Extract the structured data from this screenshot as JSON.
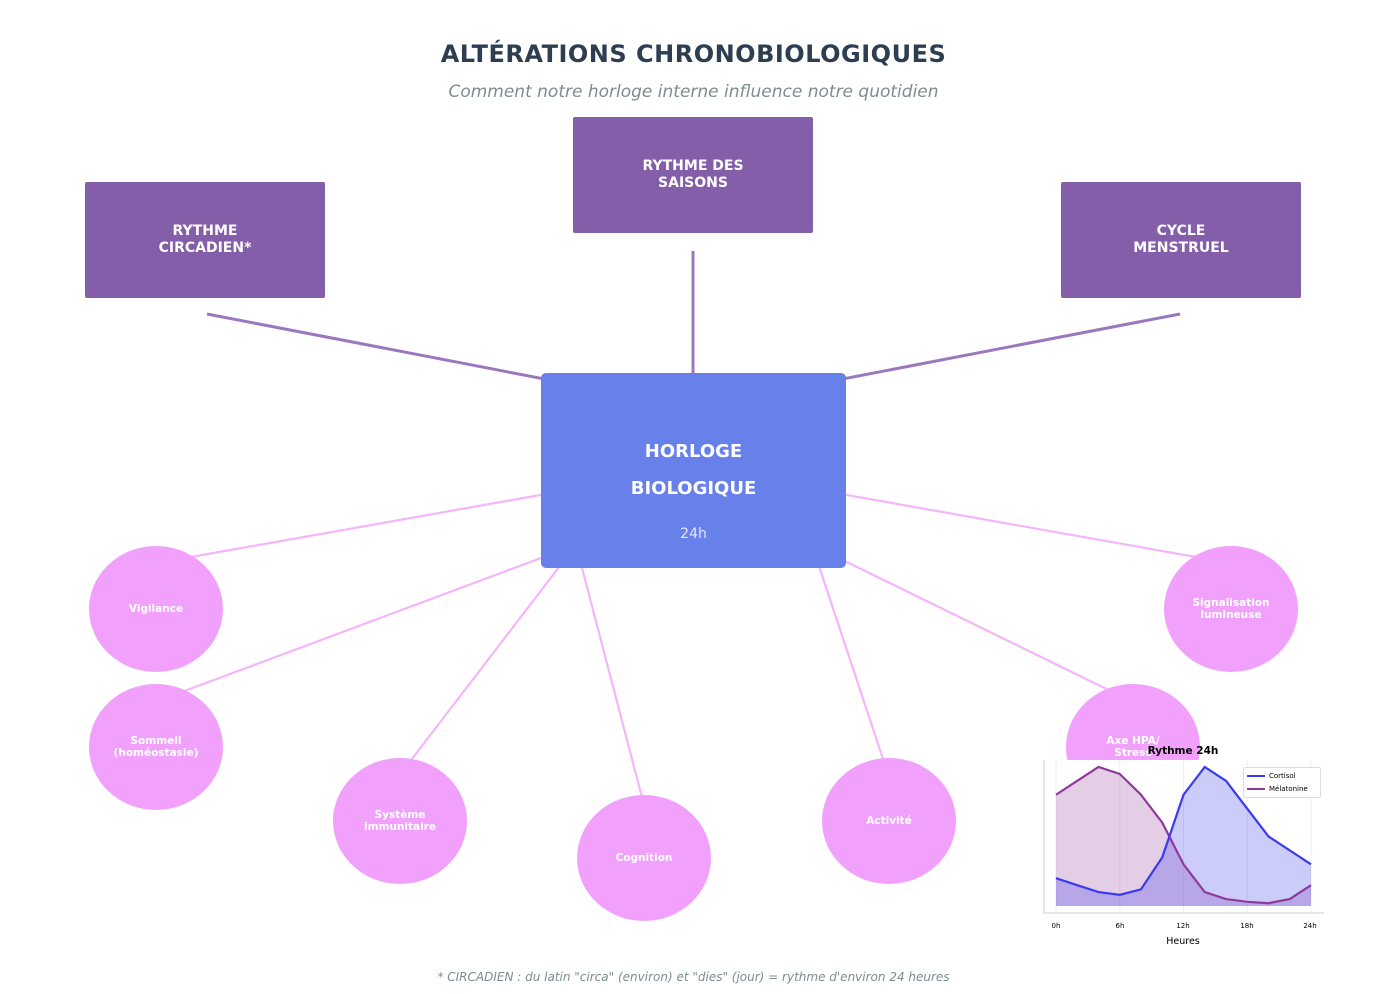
{
  "header": {
    "title": "ALTÉRATIONS CHRONOBIOLOGIQUES",
    "subtitle": "Comment notre horloge interne influence notre quotidien"
  },
  "inputs": [
    {
      "id": "circadien",
      "label": "RYTHME\nCIRCADIEN*"
    },
    {
      "id": "saisons",
      "label": "RYTHME DES\nSAISONS"
    },
    {
      "id": "menstruel",
      "label": "CYCLE\nMENSTRUEL"
    }
  ],
  "center": {
    "line1": "HORLOGE",
    "line2": "BIOLOGIQUE",
    "sub": "24h"
  },
  "outputs": [
    {
      "id": "vigilance",
      "label": "Vigilance"
    },
    {
      "id": "sommeil",
      "label": "Sommeil\n(homéostasie)"
    },
    {
      "id": "immunitaire",
      "label": "Système\nimmunitaire"
    },
    {
      "id": "cognition",
      "label": "Cognition"
    },
    {
      "id": "activite",
      "label": "Activité"
    },
    {
      "id": "hpa",
      "label": "Axe HPA/\nStress"
    },
    {
      "id": "signalisation",
      "label": "Signalisation\nlumineuse"
    }
  ],
  "colors": {
    "input_box": "#855ea9",
    "center_box": "#6780ea",
    "bubble": "#f1a1fb",
    "input_arrow": "#9b78bd",
    "output_arrow": "#f4b6fb",
    "cortisol": "#3a3af0",
    "melatonine": "#8e3a9b"
  },
  "chart_data": {
    "type": "area",
    "title": "Rythme 24h",
    "xlabel": "Heures",
    "ylabel": "",
    "x_ticks": [
      "0h",
      "6h",
      "12h",
      "18h",
      "24h"
    ],
    "x": [
      0,
      2,
      4,
      6,
      8,
      10,
      12,
      14,
      16,
      18,
      20,
      22,
      24
    ],
    "xlim": [
      0,
      24
    ],
    "ylim": [
      0,
      1.05
    ],
    "grid": true,
    "legend_position": "top-right",
    "series": [
      {
        "name": "Cortisol",
        "values": [
          0.2,
          0.15,
          0.1,
          0.08,
          0.12,
          0.35,
          0.8,
          1.0,
          0.9,
          0.7,
          0.5,
          0.4,
          0.3
        ]
      },
      {
        "name": "Mélatonine",
        "values": [
          0.8,
          0.9,
          1.0,
          0.95,
          0.8,
          0.6,
          0.3,
          0.1,
          0.05,
          0.03,
          0.02,
          0.05,
          0.15
        ]
      }
    ]
  },
  "footnote": "* CIRCADIEN : du latin \"circa\" (environ) et \"dies\" (jour) = rythme d'environ 24 heures"
}
